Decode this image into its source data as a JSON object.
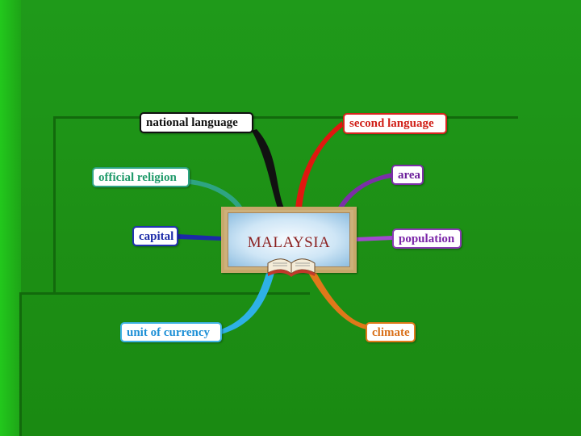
{
  "diagram": {
    "center": "MALAYSIA",
    "nodes": {
      "national_language": "national language",
      "second_language": "second language",
      "official_religion": "official religion",
      "area": "area",
      "capital": "capital",
      "population": "population",
      "unit_of_currency": "unit of currency",
      "climate": "climate"
    },
    "colors": {
      "background": "#1d8f15",
      "national_language": "#111111",
      "second_language": "#d8241c",
      "official_religion": "#2ea483",
      "area": "#7b2fa7",
      "capital": "#2233b0",
      "population": "#8a3bb5",
      "unit_of_currency": "#3fb3e3",
      "climate": "#e07a1a",
      "center_text": "#8a1f1f"
    }
  }
}
